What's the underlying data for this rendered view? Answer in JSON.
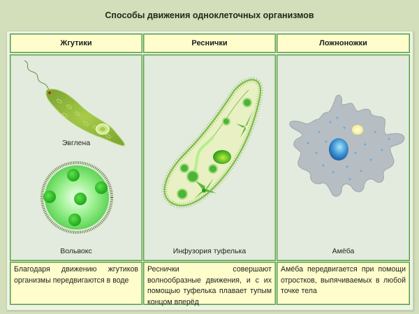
{
  "title": "Способы движения одноклеточных организмов",
  "columns": [
    {
      "header": "Жгутики",
      "organisms": [
        "Эвглена",
        "Вольвокс"
      ],
      "description": "Благодаря движению жгутиков организмы передвигаются в воде"
    },
    {
      "header": "Реснички",
      "organisms": [
        "Инфузория туфелька"
      ],
      "description": "Реснички совершают волнообразные движения, и с их помощью туфелька плавает тупым концом вперёд"
    },
    {
      "header": "Ложноножки",
      "organisms": [
        "Амёба"
      ],
      "description": "Амёба передвигается при помощи отростков, выпячиваемых в любой точке тела"
    }
  ],
  "colors": {
    "background": "#d3deba",
    "header_fill": "#fffdcc",
    "image_fill": "#e2ebdd",
    "border": "#4e9a3e"
  }
}
